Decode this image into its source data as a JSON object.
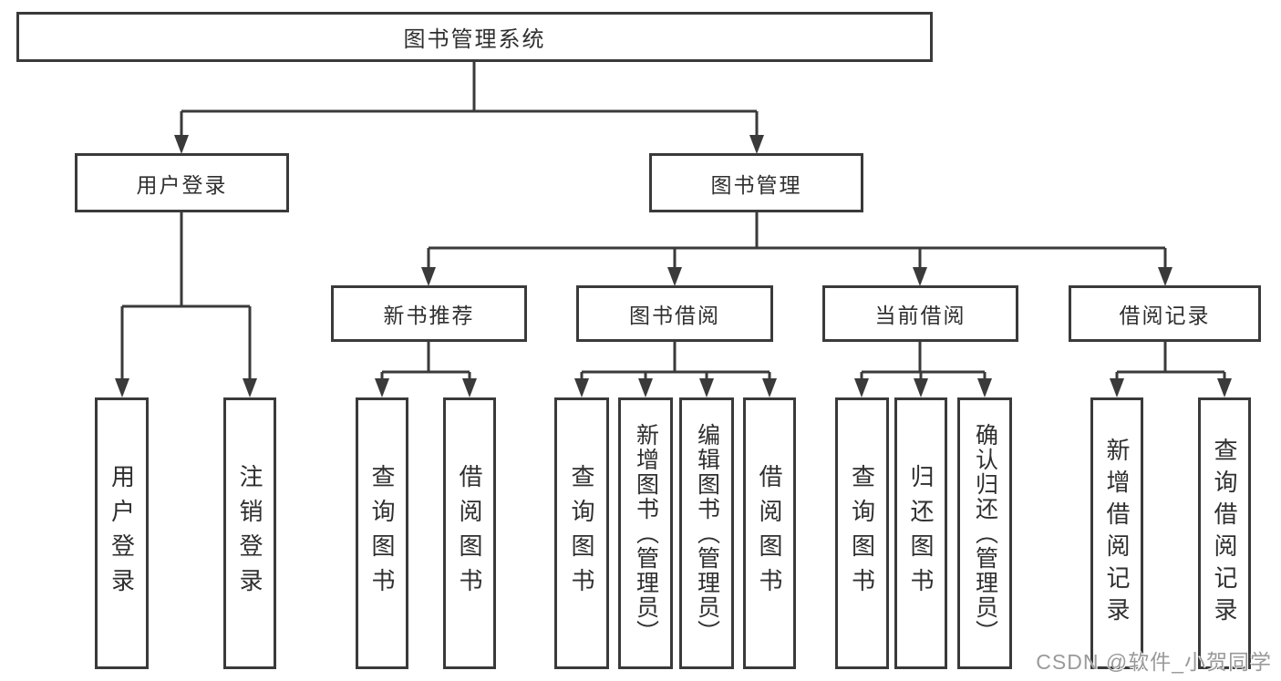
{
  "root": {
    "label": "图书管理系统"
  },
  "level2": [
    {
      "label": "用户登录"
    },
    {
      "label": "图书管理"
    }
  ],
  "level3": [
    {
      "label": "新书推荐"
    },
    {
      "label": "图书借阅"
    },
    {
      "label": "当前借阅"
    },
    {
      "label": "借阅记录"
    }
  ],
  "leaves": [
    {
      "label": "用户登录"
    },
    {
      "label": "注销登录"
    },
    {
      "label": "查询图书"
    },
    {
      "label": "借阅图书"
    },
    {
      "label": "查询图书"
    },
    {
      "label": "新增图书（管理员）"
    },
    {
      "label": "编辑图书（管理员）"
    },
    {
      "label": "借阅图书"
    },
    {
      "label": "查询图书"
    },
    {
      "label": "归还图书"
    },
    {
      "label": "确认归还（管理员）"
    },
    {
      "label": "新增借阅记录"
    },
    {
      "label": "查询借阅记录"
    }
  ],
  "watermark": "CSDN @软件_小贺同学",
  "colors": {
    "line": "#3a3a3a",
    "text": "#2f2f2f",
    "background": "#ffffff",
    "watermark": "#9a9a9a"
  }
}
